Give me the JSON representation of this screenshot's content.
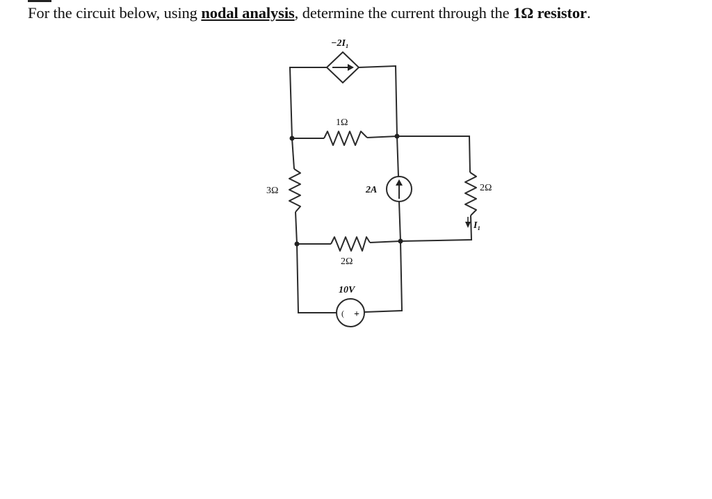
{
  "problem": {
    "part1": "For the circuit below, using ",
    "method": "nodal analysis",
    "part2": ", determine the current through the ",
    "target": "1Ω resistor",
    "part3": "."
  },
  "labels": {
    "dependent_source": "−2I₁",
    "r_top": "1Ω",
    "r_left": "3Ω",
    "current_source": "2A",
    "r_right": "2Ω",
    "current_i1": "I₁",
    "r_bottom": "2Ω",
    "voltage_source": "10V",
    "vs_minus": "(",
    "vs_plus": "+"
  }
}
